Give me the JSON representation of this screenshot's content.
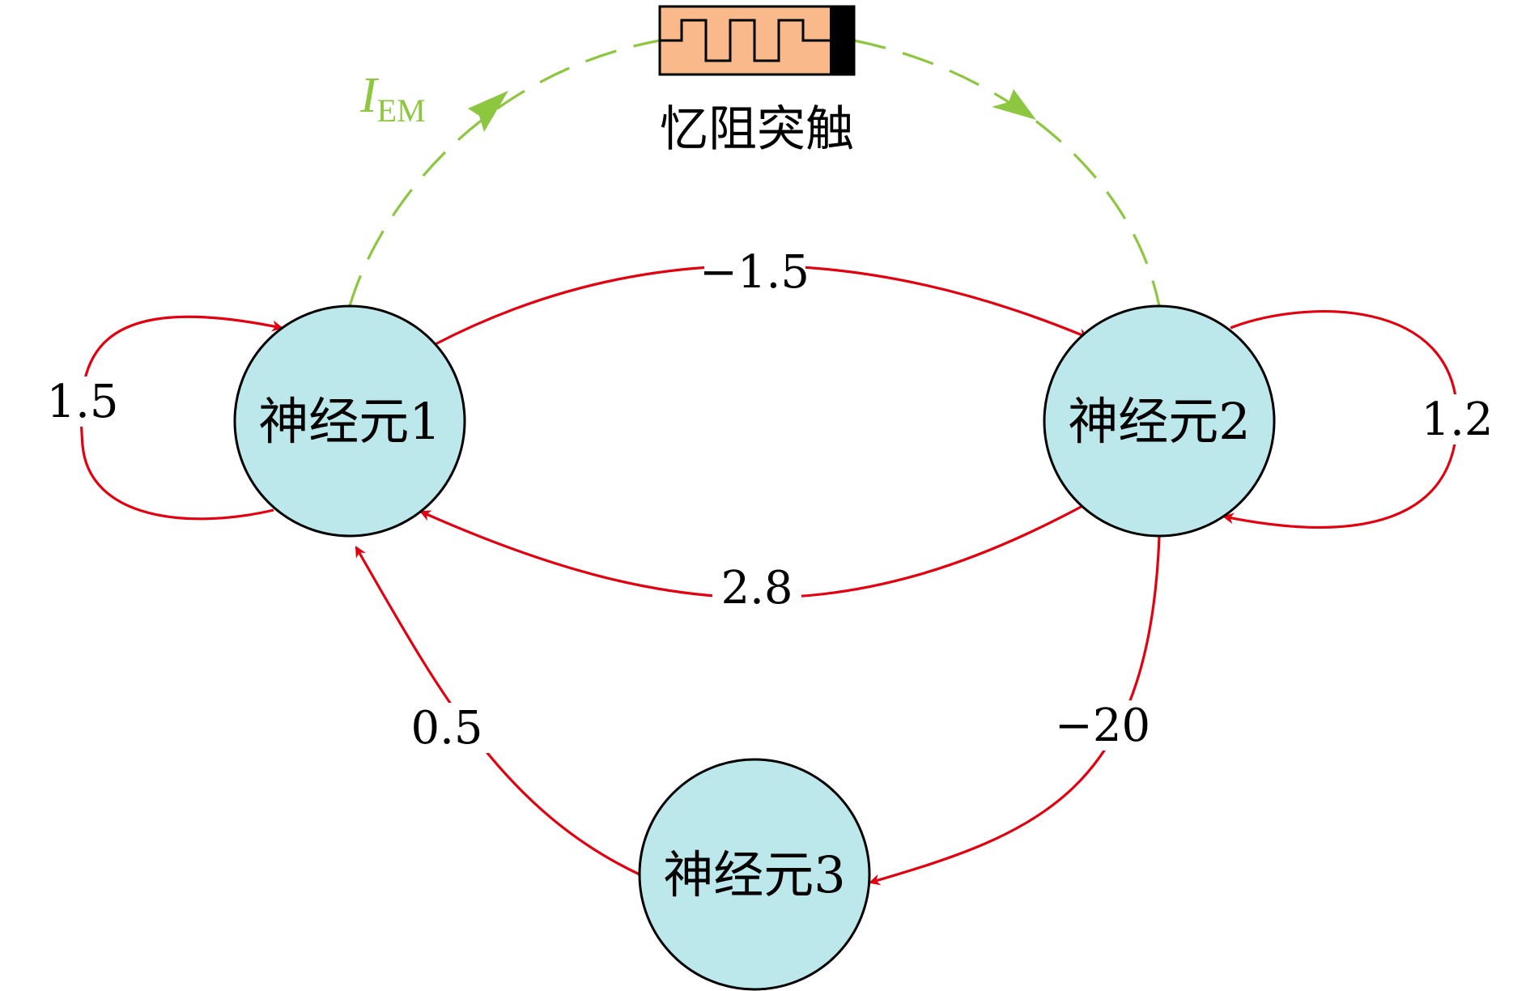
{
  "colors": {
    "node_fill": "#bce7eb",
    "edge": "#e3000f",
    "em_coupling": "#8dc63f",
    "memristor_body": "#f9b98a"
  },
  "nodes": {
    "n1": "神经元1",
    "n2": "神经元2",
    "n3": "神经元3"
  },
  "edges": {
    "self_n1": "1.5",
    "n1_to_n2": "−1.5",
    "n2_to_n1": "2.8",
    "self_n2": "1.2",
    "n3_to_n1": "0.5",
    "n2_to_n3": "−20"
  },
  "memristor": {
    "title": "忆阻突触",
    "current_symbol": "I",
    "current_subscript": "EM",
    "icon": "memristor-icon"
  }
}
